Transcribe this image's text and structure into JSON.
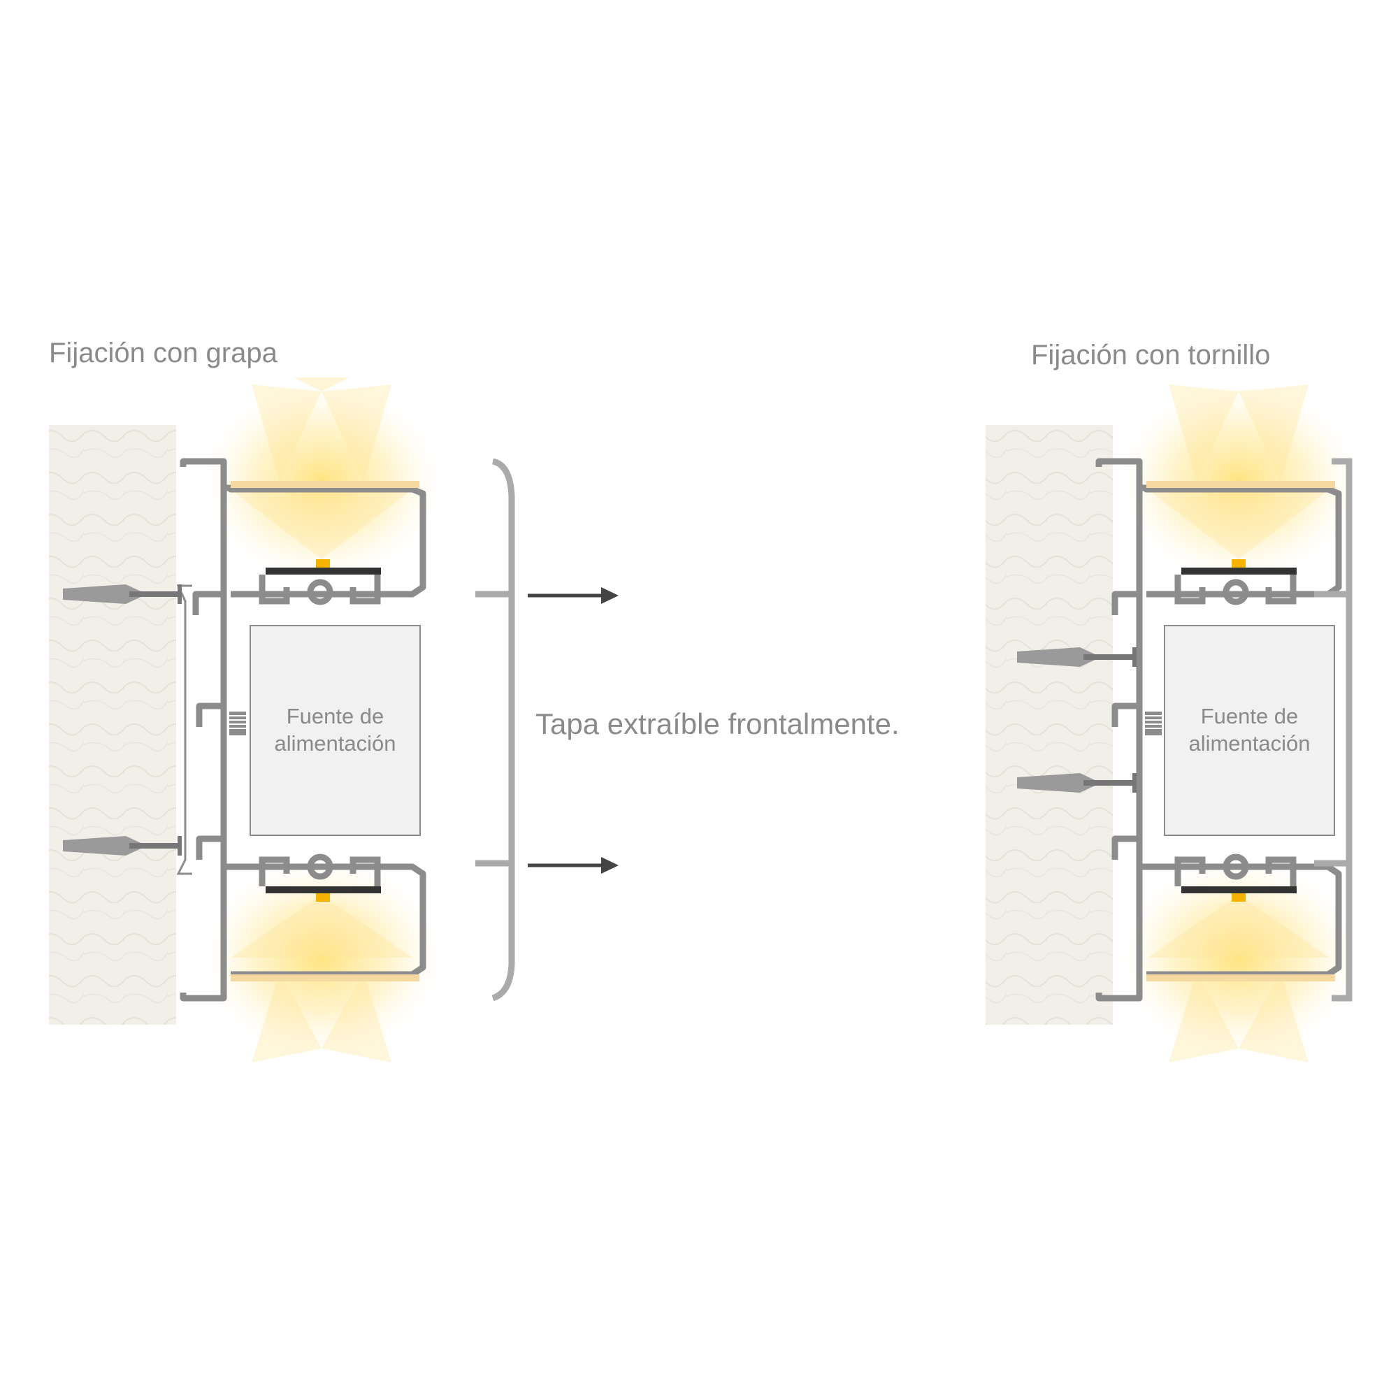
{
  "titles": {
    "left": "Fijación con grapa",
    "right": "Fijación con tornillo"
  },
  "power_supply": {
    "line1": "Fuente de",
    "line2": "alimentación"
  },
  "cover_caption": "Tapa extraíble frontalmente.",
  "colors": {
    "profile": "#8c8c8c",
    "wall": "#f1efe8",
    "light": "#ffe27a",
    "led_chip": "#f5b400",
    "diffuser": "#f6d9a0",
    "text": "#8a8a8a",
    "arrow": "#444444",
    "psu_fill": "#f1f1f1"
  },
  "icons": {
    "anchor": "wall-plug-anchor-icon",
    "screw": "screw-icon",
    "arrow": "arrow-right-icon"
  }
}
